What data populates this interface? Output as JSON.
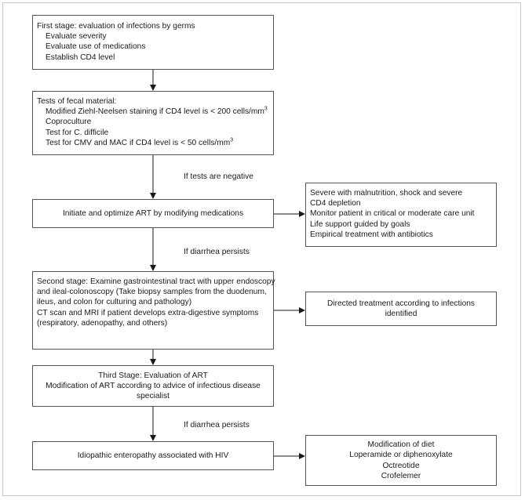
{
  "stage1": {
    "title": "First stage: evaluation of infections by germs",
    "items": [
      "Evaluate severity",
      "Evaluate use of medications",
      "Establish CD4 level"
    ]
  },
  "fecal": {
    "title": "Tests of fecal material:",
    "ziehl": "Modified Ziehl-Neelsen staining if CD4 level is < 200 cells/mm",
    "ziehl_sup": "3",
    "coproculture": "Coproculture",
    "cdiff": "Test for C. difficile",
    "cmv": "Test for CMV and MAC if CD4 level is < 50 cells/mm",
    "cmv_sup": "3"
  },
  "label_negative": "If tests are negative",
  "art": {
    "text": "Initiate and optimize ART by modifying medications"
  },
  "severe": {
    "lines": [
      "Severe with malnutrition, shock and severe",
      "CD4 depletion",
      "Monitor patient in critical or moderate care unit",
      "Life support guided by goals",
      "Empirical treatment with antibiotics"
    ]
  },
  "label_persists_1": "If diarrhea persists",
  "stage2": {
    "lines": [
      "Second stage: Examine gastrointestinal tract with upper endoscopy",
      "and ileal-colonoscopy (Take biopsy samples from the duodenum,",
      "ileus, and colon for culturing and pathology)",
      "CT scan and MRI if patient develops extra-digestive symptoms",
      "(respiratory, adenopathy, and others)"
    ]
  },
  "directed": {
    "lines": [
      "Directed treatment according to infections",
      "identified"
    ]
  },
  "stage3": {
    "lines": [
      "Third Stage: Evaluation of ART",
      "Modification of ART according to advice of infectious disease",
      "specialist"
    ]
  },
  "label_persists_2": "If diarrhea persists",
  "idiopathic": {
    "text": "Idiopathic enteropathy associated with HIV"
  },
  "treatment": {
    "lines": [
      "Modification of diet",
      "Loperamide or diphenoxylate",
      "Octreotide",
      "Crofelemer"
    ]
  },
  "colors": {
    "line": "#1a1a1a",
    "box_border": "#555555",
    "frame": "#c8c8c8"
  }
}
